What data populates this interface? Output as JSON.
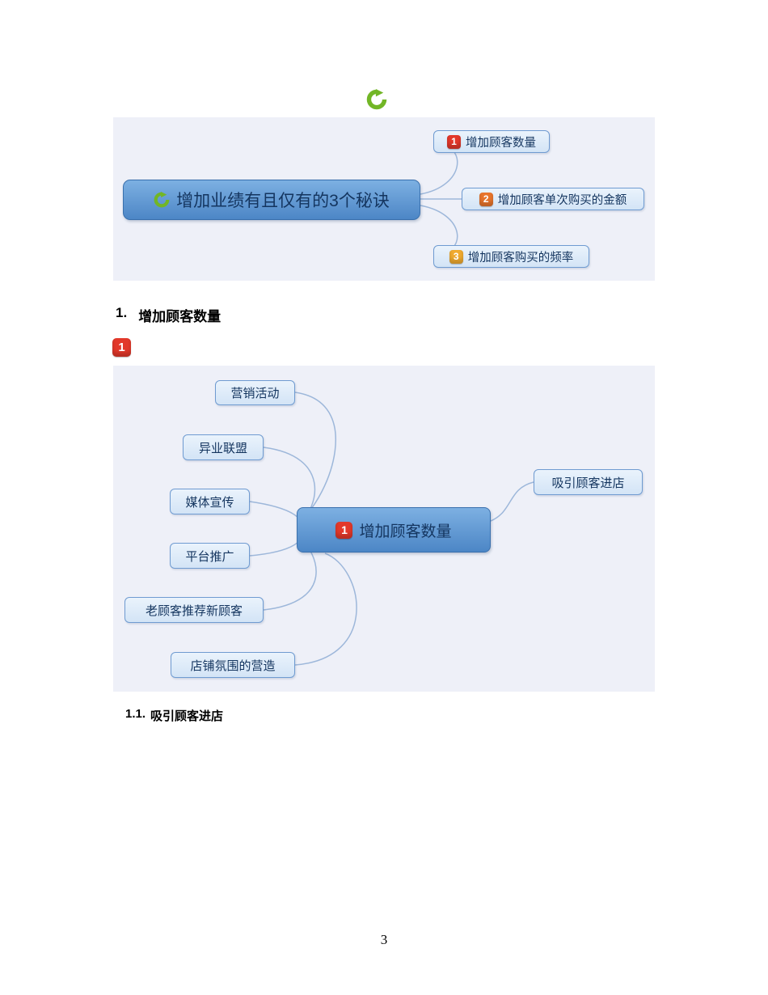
{
  "colors": {
    "panel-bg": "#eef0f8",
    "icon-green": "#72b626",
    "badge-red": "#e2382a",
    "badge-orange": "#e8752c",
    "badge-amber": "#f0ab30",
    "root-fill-top": "#7db0e2",
    "root-fill-bottom": "#4c86c6",
    "root-border": "#3a70ad",
    "branch-fill-top": "#eaf3fc",
    "branch-fill-bottom": "#d3e4f6",
    "branch-border": "#6f9bd1",
    "connector": "#9db7da",
    "node-text": "#14355f"
  },
  "mindmap1": {
    "root": {
      "label": "增加业绩有且仅有的3个秘诀"
    },
    "branches": [
      {
        "badge": "1",
        "label": "增加顾客数量"
      },
      {
        "badge": "2",
        "label": "增加顾客单次购买的金额"
      },
      {
        "badge": "3",
        "label": "增加顾客购买的频率"
      }
    ]
  },
  "section1": {
    "number": "1.",
    "title": "增加顾客数量",
    "badge": "1"
  },
  "mindmap2": {
    "root": {
      "badge": "1",
      "label": "增加顾客数量"
    },
    "left_nodes": [
      {
        "label": "营销活动"
      },
      {
        "label": "异业联盟"
      },
      {
        "label": "媒体宣传"
      },
      {
        "label": "平台推广"
      },
      {
        "label": "老顾客推荐新顾客"
      },
      {
        "label": "店铺氛围的营造"
      }
    ],
    "right_nodes": [
      {
        "label": "吸引顾客进店"
      }
    ]
  },
  "section1_1": {
    "number": "1.1.",
    "title": "吸引顾客进店"
  },
  "footer": {
    "page_number": "3"
  }
}
